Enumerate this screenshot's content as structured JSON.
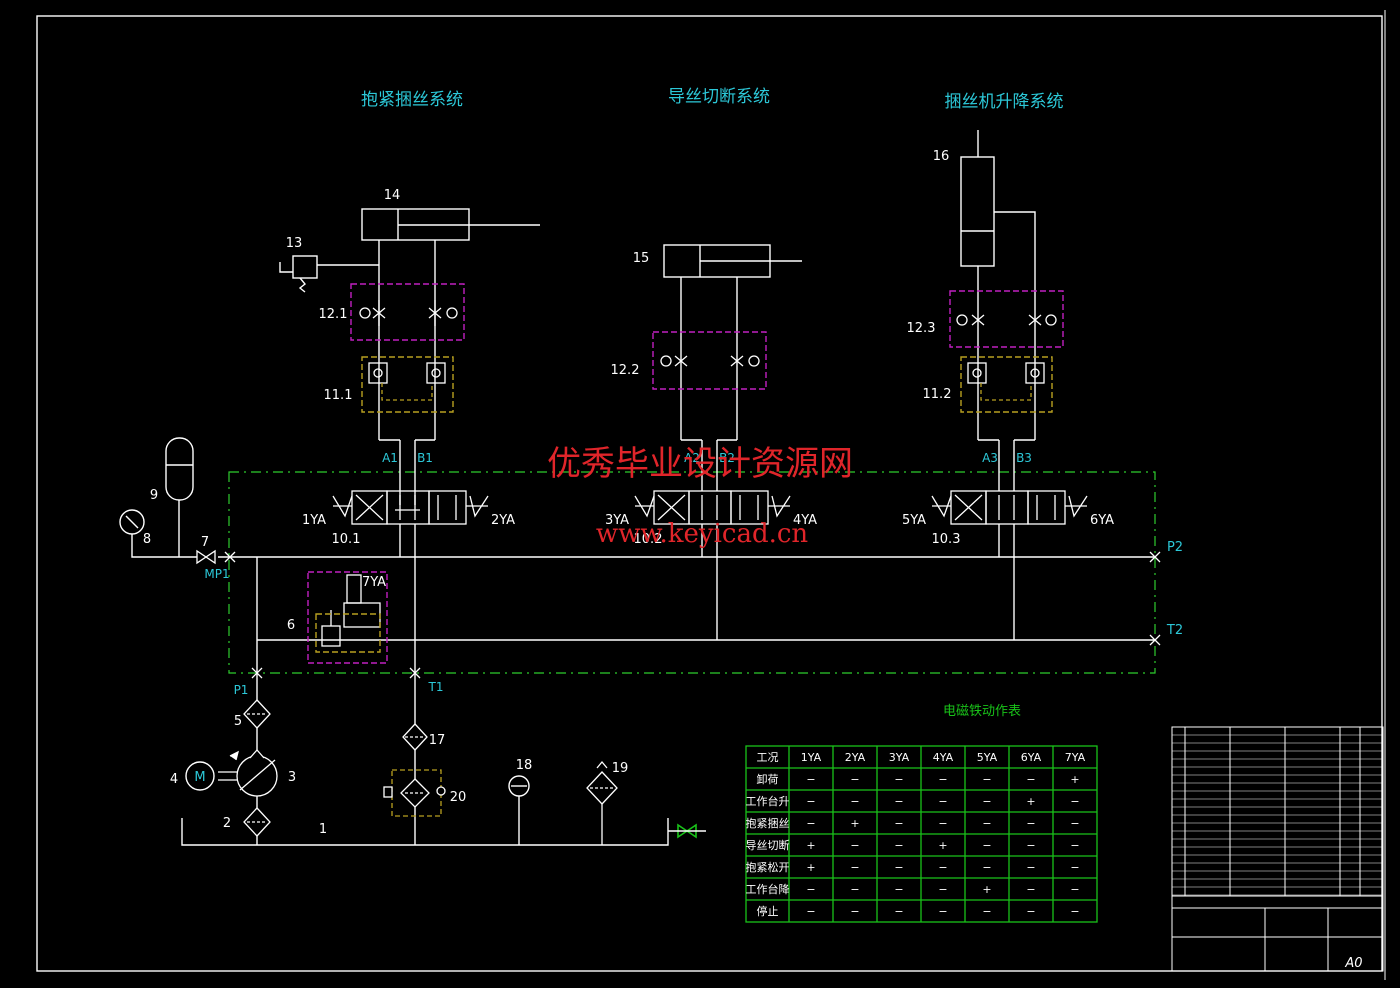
{
  "subsystem_titles": [
    "抱紧捆丝系统",
    "导丝切断系统",
    "捆丝机升降系统"
  ],
  "component_labels": {
    "c1": "1",
    "c2": "2",
    "c3": "3",
    "c4": "4",
    "c5": "5",
    "c6": "6",
    "c7": "7",
    "c8": "8",
    "c9": "9",
    "c13": "13",
    "c14": "14",
    "c15": "15",
    "c16": "16",
    "c17": "17",
    "c18": "18",
    "c19": "19",
    "c20": "20",
    "c10_1": "10.1",
    "c10_2": "10.2",
    "c10_3": "10.3",
    "c11_1": "11.1",
    "c11_2": "11.2",
    "c12_1": "12.1",
    "c12_2": "12.2",
    "c12_3": "12.3",
    "motor": "M"
  },
  "solenoid_labels": {
    "ya1": "1YA",
    "ya2": "2YA",
    "ya3": "3YA",
    "ya4": "4YA",
    "ya5": "5YA",
    "ya6": "6YA",
    "ya7": "7YA"
  },
  "port_labels": {
    "a1": "A1",
    "b1": "B1",
    "a2": "A2",
    "b2": "B2",
    "a3": "A3",
    "b3": "B3",
    "p1": "P1",
    "t1": "T1",
    "p2": "P2",
    "t2": "T2",
    "mp1": "MP1"
  },
  "watermark": {
    "title": "优秀毕业设计资源网",
    "url": "www.keyicad.cn"
  },
  "table": {
    "caption": "电磁铁动作表",
    "headers": [
      "工况",
      "1YA",
      "2YA",
      "3YA",
      "4YA",
      "5YA",
      "6YA",
      "7YA"
    ],
    "rows": [
      [
        "卸荷",
        "−",
        "−",
        "−",
        "−",
        "−",
        "−",
        "+"
      ],
      [
        "工作台升",
        "−",
        "−",
        "−",
        "−",
        "−",
        "+",
        "−"
      ],
      [
        "抱紧捆丝",
        "−",
        "+",
        "−",
        "−",
        "−",
        "−",
        "−"
      ],
      [
        "导丝切断",
        "+",
        "−",
        "−",
        "+",
        "−",
        "−",
        "−"
      ],
      [
        "抱紧松开",
        "+",
        "−",
        "−",
        "−",
        "−",
        "−",
        "−"
      ],
      [
        "工作台降",
        "−",
        "−",
        "−",
        "−",
        "+",
        "−",
        "−"
      ],
      [
        "停止",
        "−",
        "−",
        "−",
        "−",
        "−",
        "−",
        "−"
      ]
    ]
  },
  "title_block": {
    "scale": "A0"
  },
  "colors": {
    "line": "#ffffff",
    "title_cyan": "#2cc8d8",
    "watermark_red": "#e0252a",
    "table_green": "#19c219",
    "box_magenta": "#c020c0",
    "box_yellow": "#b8a020",
    "boundary_green": "#2ecc2e"
  }
}
